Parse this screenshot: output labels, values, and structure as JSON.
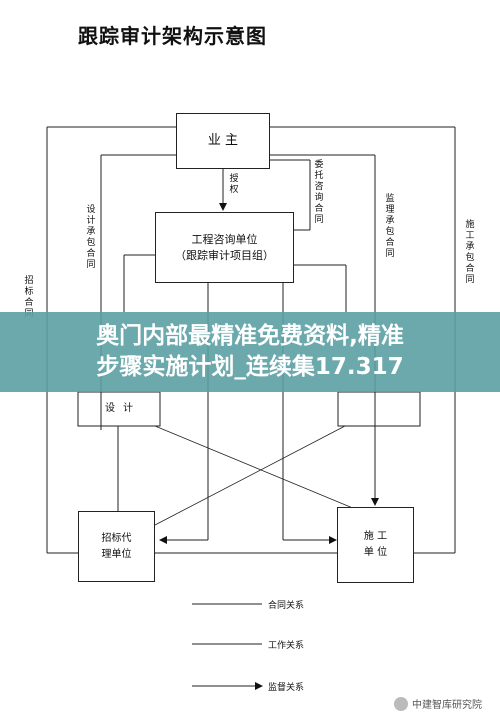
{
  "title": "跟踪审计架构示意图",
  "nodes": {
    "owner": "业 主",
    "consult_line1": "工程咨询单位",
    "consult_line2": "（跟踪审计项目组）",
    "design_a": "设",
    "design_b": "计",
    "agent": "招标代\n理单位",
    "construction": "施 工\n单 位"
  },
  "edge_labels": {
    "authorize": "授权",
    "entrust": "委托咨询合同",
    "design_contract": "设计承包合同",
    "supervision_contract": "监理承包合同",
    "construction_contract": "施工承包合同",
    "tender_contract": "招标合同"
  },
  "legend": [
    {
      "label": "合同关系",
      "style": "solid"
    },
    {
      "label": "工作关系",
      "style": "solid"
    },
    {
      "label": "监督关系",
      "style": "arrow"
    }
  ],
  "banner": {
    "line1": "奥门内部最精准免费资料,精准",
    "line2": "步骤实施计划_连续集17.317"
  },
  "watermark": "中建智库研究院"
}
